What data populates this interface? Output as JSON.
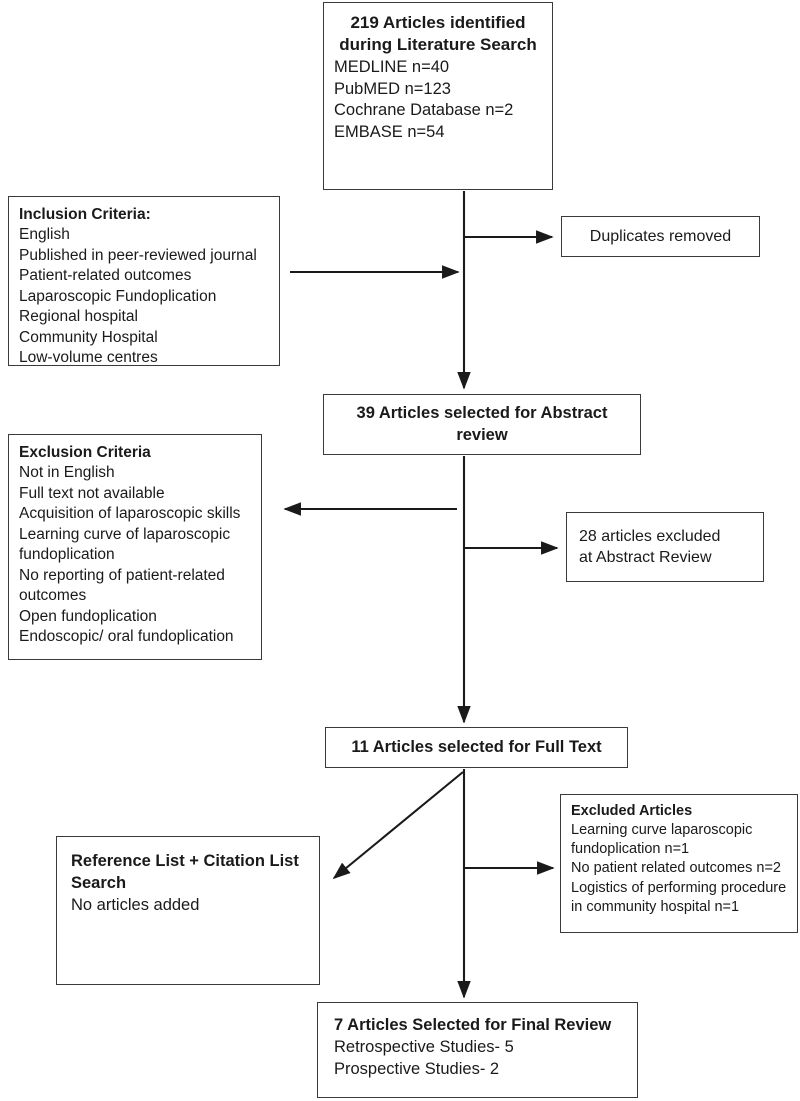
{
  "diagram": {
    "title": "PRISMA-style literature search flow diagram",
    "stroke_color": "#3a3a3a",
    "arrow_color": "#1a1a1a",
    "background": "#ffffff"
  },
  "identification_box": {
    "heading_line1": "219 Articles identified",
    "heading_line2": "during Literature Search",
    "sources": [
      "MEDLINE n=40",
      "PubMED n=123",
      "Cochrane Database n=2",
      "EMBASE n=54"
    ],
    "total": 219
  },
  "inclusion_box": {
    "heading": "Inclusion Criteria:",
    "items": [
      "English",
      "Published in peer-reviewed journal",
      "Patient-related outcomes",
      "Laparoscopic Fundoplication",
      "Regional hospital",
      "Community Hospital",
      "Low-volume centres"
    ]
  },
  "duplicates_box": {
    "label": "Duplicates removed"
  },
  "abstract_box": {
    "line1": "39 Articles selected for Abstract",
    "line2": "review",
    "count": 39
  },
  "exclusion_box": {
    "heading": "Exclusion Criteria",
    "items": [
      "Not in English",
      "Full text not available",
      "Acquisition of laparoscopic skills",
      "Learning curve of laparoscopic fundoplication",
      "No reporting of patient-related outcomes",
      "Open fundoplication",
      "Endoscopic/ oral fundoplication"
    ]
  },
  "abstract_excluded_box": {
    "line1": "28 articles excluded",
    "line2": "at Abstract Review",
    "count": 28
  },
  "fulltext_box": {
    "label": "11 Articles selected for Full Text",
    "count": 11
  },
  "excluded_articles_box": {
    "heading": "Excluded Articles",
    "items": [
      "Learning curve laparoscopic fundoplication n=1",
      "No patient related outcomes n=2",
      "Logistics of performing procedure in community hospital n=1"
    ]
  },
  "reference_search_box": {
    "heading_line1": "Reference List + Citation List",
    "heading_line2": "Search",
    "result": "No articles added"
  },
  "final_box": {
    "heading": "7 Articles Selected for Final Review",
    "count": 7,
    "items": [
      "Retrospective Studies- 5",
      "Prospective Studies- 2"
    ]
  }
}
